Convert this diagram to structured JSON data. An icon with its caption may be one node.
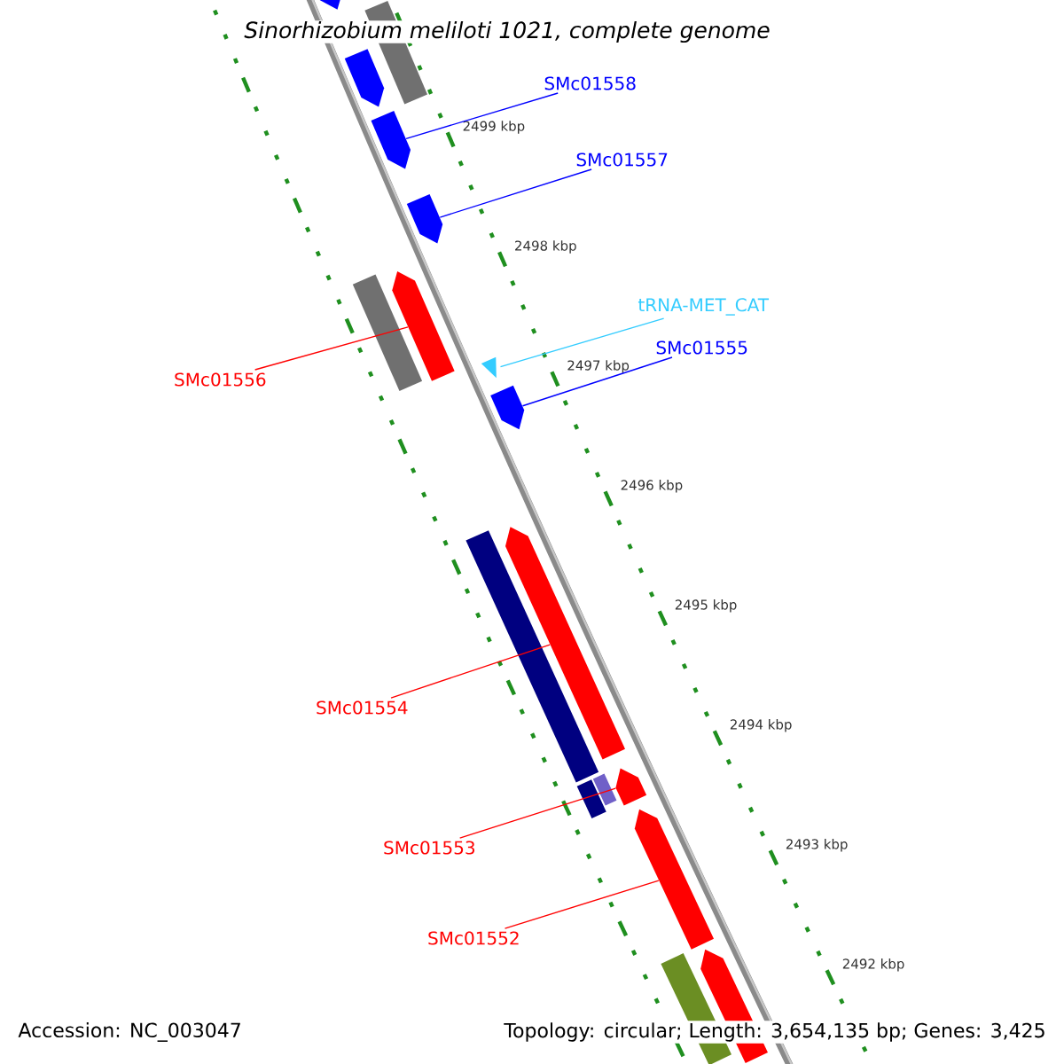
{
  "diagram": {
    "title": "Sinorhizobium meliloti 1021, complete genome",
    "nodes": [
      {
        "text": [],
        "shape": "bar"
      },
      {
        "text": [],
        "shape": "arrow"
      },
      {
        "text": [],
        "shape": "arrow"
      },
      {
        "text": [
          "SMc01558"
        ]
      },
      {
        "text": [],
        "shape": "arrow"
      },
      {
        "text": [
          "SMc01557"
        ]
      },
      {
        "text": [],
        "shape": "arrow"
      },
      {
        "text": [],
        "shape": "arrow"
      },
      {
        "text": [],
        "shape": "bar"
      },
      {
        "text": [
          "tRNA-MET_CAT"
        ]
      },
      {
        "text": [],
        "shape": "triangle"
      },
      {
        "text": [
          "SMc01555"
        ]
      },
      {
        "text": [
          "SMc01556"
        ]
      },
      {
        "text": [],
        "shape": "arrow"
      },
      {
        "text": [],
        "shape": "bar"
      },
      {
        "text": [],
        "shape": "arrow"
      },
      {
        "text": [
          "SMc01554"
        ]
      },
      {
        "text": [],
        "shape": "bar"
      },
      {
        "text": [],
        "shape": "bar"
      },
      {
        "text": [],
        "shape": "arrow"
      },
      {
        "text": [
          "SMc01553"
        ]
      },
      {
        "text": [],
        "shape": "arrow"
      },
      {
        "text": [
          "SMc01552"
        ]
      },
      {
        "text": [],
        "shape": "bar"
      },
      {
        "text": [],
        "shape": "arrow"
      }
    ],
    "edges": [
      {
        "from": 3,
        "to": 4,
        "arrow": "none",
        "color": "#0000ff"
      },
      {
        "from": 5,
        "to": 6,
        "arrow": "none",
        "color": "#0000ff"
      },
      {
        "from": 9,
        "to": 10,
        "arrow": "none",
        "color": "#33ccff"
      },
      {
        "from": 11,
        "to": 13,
        "arrow": "none",
        "color": "#0000ff"
      },
      {
        "from": 12,
        "to": 7,
        "arrow": "none"
      },
      {
        "from": 16,
        "to": 15,
        "arrow": "none"
      },
      {
        "from": 20,
        "to": 19,
        "arrow": "none"
      },
      {
        "from": 22,
        "to": 21,
        "arrow": "none"
      }
    ],
    "labels": [
      "2499 kbp",
      "2498 kbp",
      "2497 kbp",
      "2496 kbp",
      "2495 kbp",
      "2494 kbp",
      "2493 kbp",
      "2492 kbp",
      "Accession: NC_003047",
      "Topology: circular; Length: 3,654,135 bp; Genes: 3,425"
    ]
  }
}
